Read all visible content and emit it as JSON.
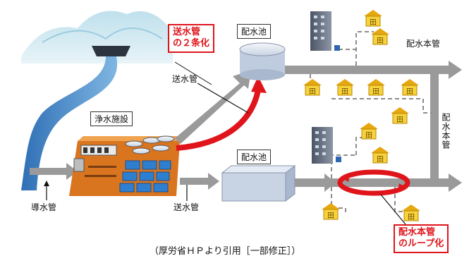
{
  "labels": {
    "red_title_1_line1": "送水管",
    "red_title_1_line2": "の２条化",
    "reservoir_top": "配水池",
    "reservoir_bottom": "配水池",
    "treatment_plant": "浄水施設",
    "transmission_pipe_upper": "送水管",
    "transmission_pipe_lower": "送水管",
    "conveyance_pipe": "導水管",
    "main_pipe_top": "配水本管",
    "main_pipe_vertical": "配水本管",
    "red_title_2_line1": "配水本管",
    "red_title_2_line2": "のループ化",
    "caption": "（厚労省ＨＰより引用［一部修正］）"
  },
  "house_glyph": "田",
  "colors": {
    "accent_red": "#e0141b",
    "pipe_gray": "#9a9a9a",
    "river_blue": "#4a8fc9",
    "plant_orange": "#d9741f",
    "tank_blue": "#6fa8e0",
    "house_yellow": "#f3c21b"
  }
}
